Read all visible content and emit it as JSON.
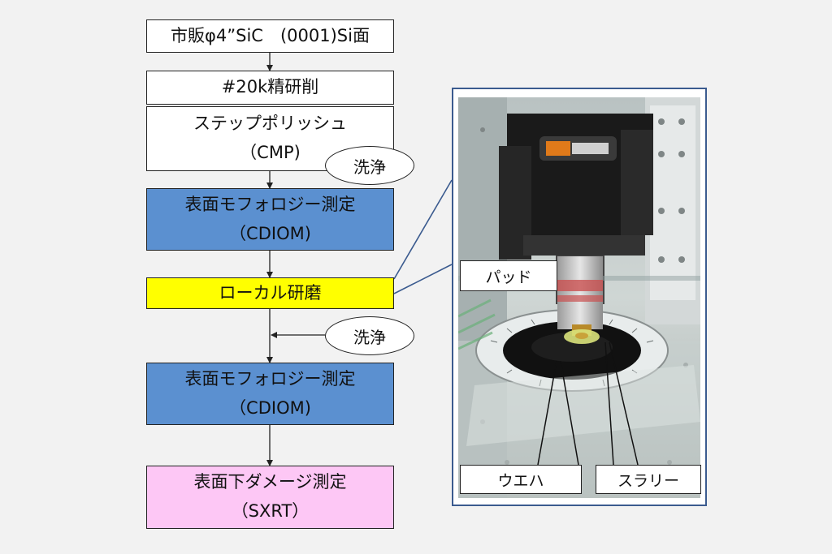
{
  "flow": {
    "step1": "市販φ4”SiC　(0001)Si面",
    "step2": "#20k精研削",
    "step3": [
      "ステップポリッシュ",
      "（CMP)"
    ],
    "wash1": "洗浄",
    "step4": [
      "表面モフォロジー測定",
      "（CDIOM)"
    ],
    "step5": "ローカル研磨",
    "wash2": "洗浄",
    "step6": [
      "表面モフォロジー測定",
      "（CDIOM)"
    ],
    "step7": [
      "表面下ダメージ測定",
      "（SXRT）"
    ]
  },
  "photo_labels": {
    "pad": "パッド",
    "wafer": "ウエハ",
    "slurry": "スラリー"
  },
  "colors": {
    "measurement_box": "#5b90d0",
    "local_polish_box": "#ffff00",
    "damage_box": "#fdc7f5",
    "frame": "#3b5b8f"
  }
}
